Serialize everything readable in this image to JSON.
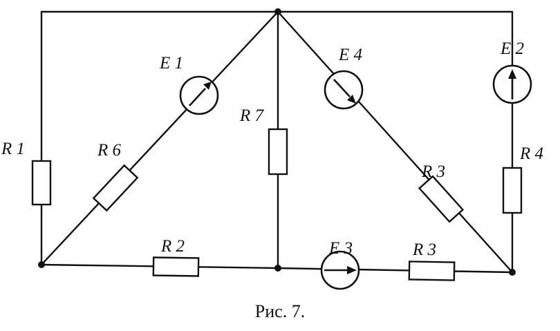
{
  "labels": {
    "R1": "R 1",
    "R2": "R 2",
    "R3_diag": "R 3",
    "R3_bottom": "R 3",
    "R4": "R 4",
    "R6": "R 6",
    "R7": "R 7",
    "E1": "E 1",
    "E2": "E 2",
    "E3": "E 3",
    "E4": "E 4"
  },
  "caption": "Рис. 7."
}
